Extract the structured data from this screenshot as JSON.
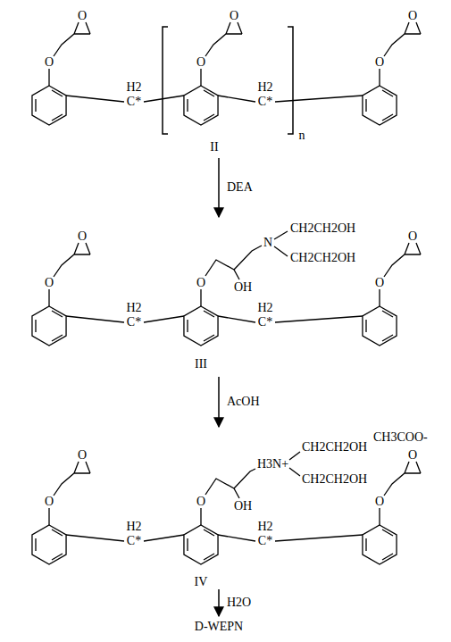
{
  "diagram": {
    "nodes": [
      {
        "text": [
          "O",
          "O",
          "O",
          "O",
          "O",
          "O",
          "H2",
          "C*",
          "H2",
          "C*",
          "n",
          "II"
        ]
      },
      {
        "text": [
          "O",
          "N",
          "CH2CH2OH",
          "CH2CH2OH",
          "O",
          "O",
          "O",
          "OH",
          "O",
          "H2",
          "C*",
          "H2",
          "C*",
          "III"
        ]
      },
      {
        "text": [
          "O",
          "H3N+",
          "CH2CH2OH",
          "CH3COO-",
          "CH2CH2OH",
          "O",
          "O",
          "O",
          "OH",
          "O",
          "H2",
          "C*",
          "H2",
          "C*",
          "IV"
        ]
      },
      {
        "text": [
          "D-WEPN"
        ]
      }
    ],
    "edges": [
      {
        "from": 0,
        "to": 1,
        "arrow": "to",
        "label": "DEA"
      },
      {
        "from": 1,
        "to": 2,
        "arrow": "to",
        "label": "AcOH"
      },
      {
        "from": 2,
        "to": 3,
        "arrow": "to",
        "label": "H2O"
      }
    ]
  }
}
